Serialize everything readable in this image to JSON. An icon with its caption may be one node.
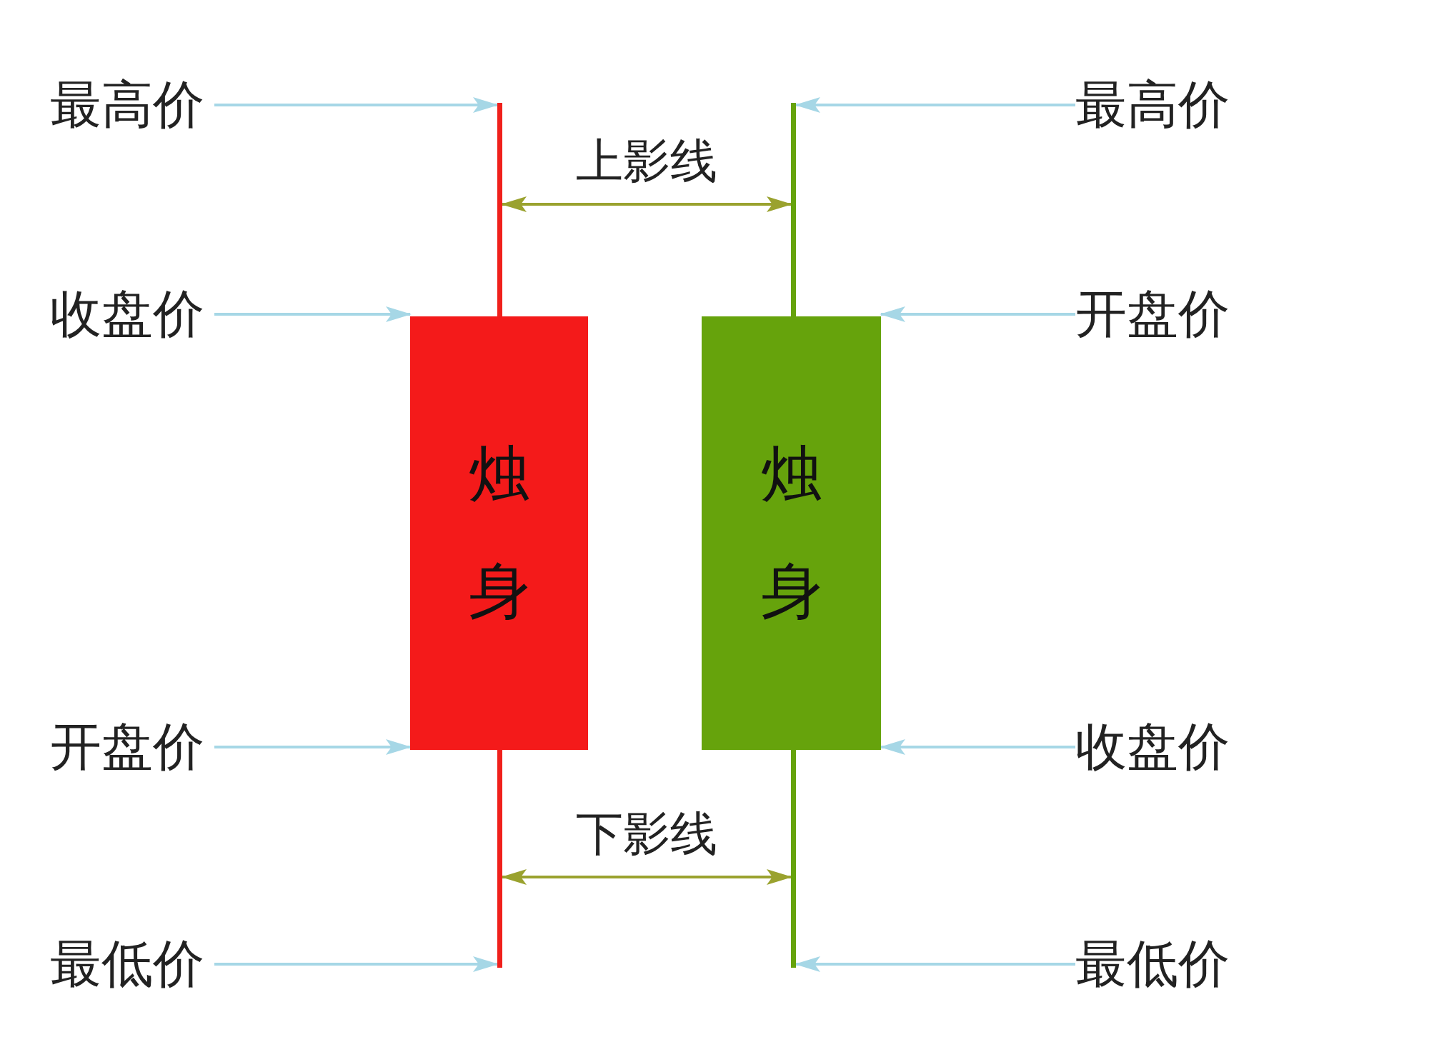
{
  "diagram": {
    "nodes": [
      {
        "text": [
          "最高价"
        ]
      },
      {
        "text": [
          "最高价"
        ]
      },
      {
        "text": [],
        "shape": "bar"
      },
      {
        "text": [],
        "shape": "bar"
      },
      {
        "text": [
          "收盘价"
        ]
      },
      {
        "text": [
          "开盘价"
        ]
      },
      {
        "text": [
          "烛身"
        ]
      },
      {
        "text": [
          "烛身"
        ]
      },
      {
        "text": [
          "开盘价"
        ]
      },
      {
        "text": [
          "收盘价"
        ]
      },
      {
        "text": [],
        "shape": "bar"
      },
      {
        "text": [],
        "shape": "bar"
      },
      {
        "text": [
          "最低价"
        ]
      },
      {
        "text": [
          "最低价"
        ]
      }
    ],
    "edges": [
      {
        "from": 0,
        "to": 2,
        "arrow": "to"
      },
      {
        "from": 1,
        "to": 3,
        "arrow": "to"
      },
      {
        "from": 2,
        "to": 3,
        "arrow": "both",
        "label": "上影线",
        "color": "#9aa22e"
      },
      {
        "from": 4,
        "to": 6,
        "arrow": "to"
      },
      {
        "from": 5,
        "to": 7,
        "arrow": "to"
      },
      {
        "from": 8,
        "to": 6,
        "arrow": "to"
      },
      {
        "from": 9,
        "to": 7,
        "arrow": "to"
      },
      {
        "from": 10,
        "to": 11,
        "arrow": "both",
        "label": "下影线",
        "color": "#9aa22e"
      },
      {
        "from": 12,
        "to": 10,
        "arrow": "to"
      },
      {
        "from": 13,
        "to": 11,
        "arrow": "to"
      }
    ]
  }
}
